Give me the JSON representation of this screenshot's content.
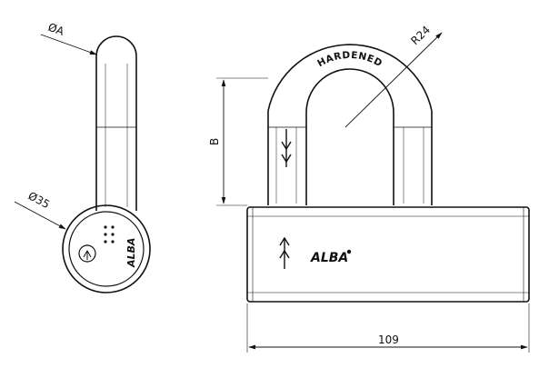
{
  "drawing": {
    "brand": "ALBA",
    "shackle_stamp": "HARDENED",
    "dimensions": {
      "shackle_diameter": "ØA",
      "cylinder_diameter": "Ø35",
      "shackle_radius": "R24",
      "shackle_clearance": "B",
      "body_width": "109"
    }
  }
}
